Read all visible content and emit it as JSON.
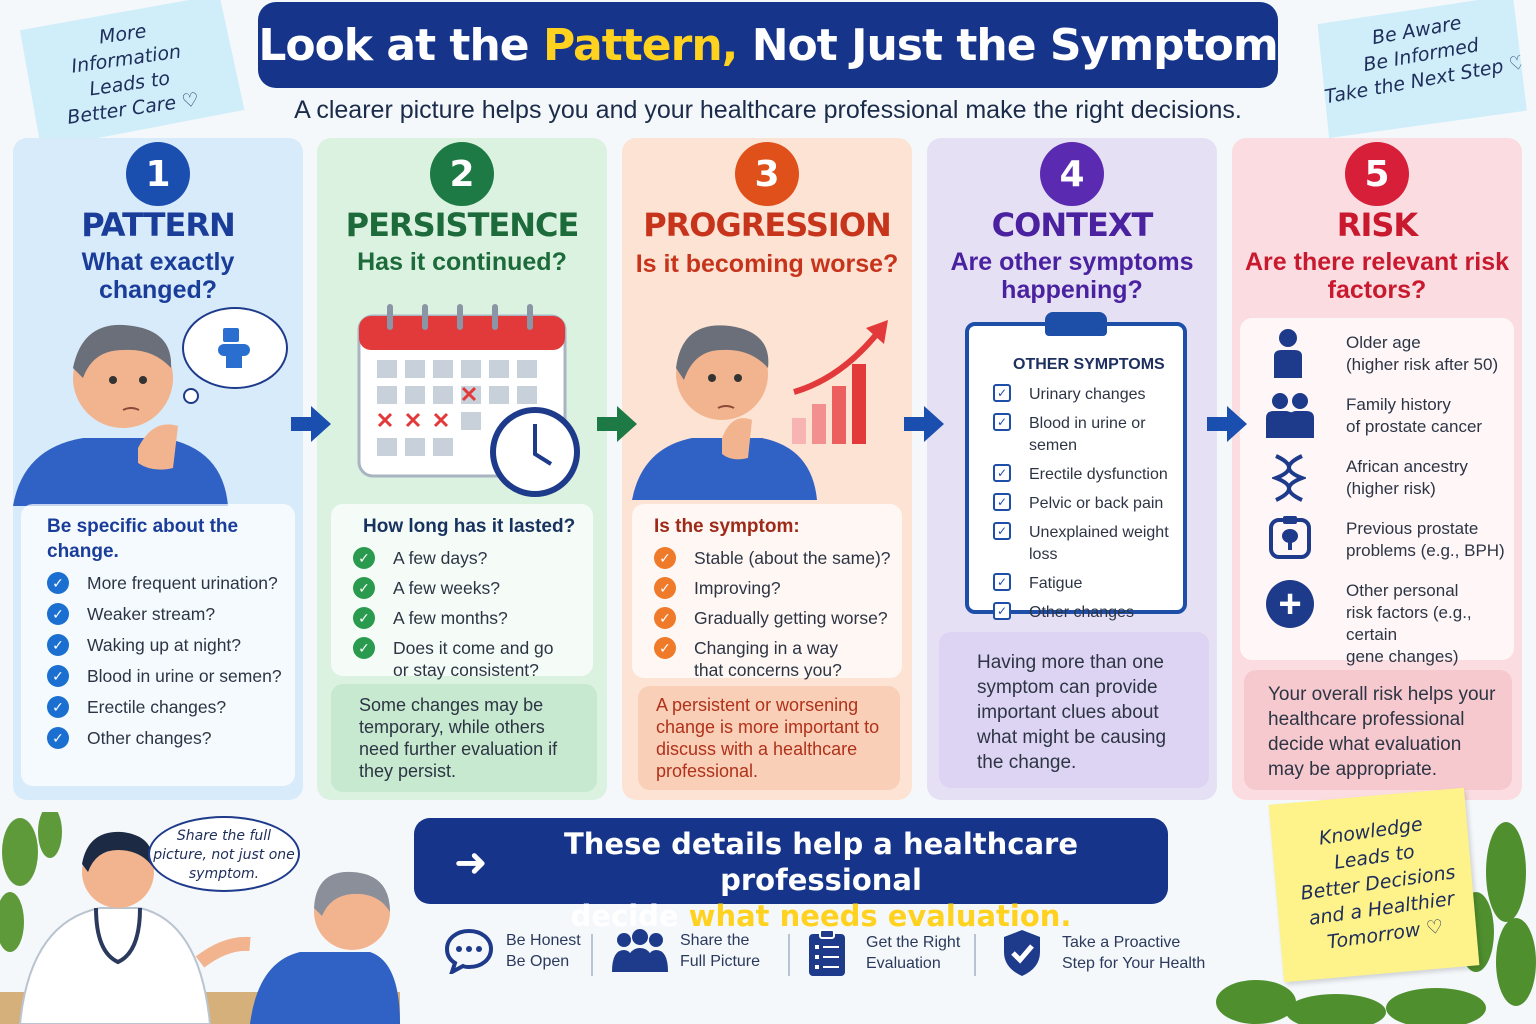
{
  "header": {
    "title_pre": "Look at the ",
    "title_highlight": "Pattern,",
    "title_post": " Not Just the Symptom",
    "subtitle": "A clearer picture helps you and your healthcare professional make the right decisions."
  },
  "notes": {
    "left": [
      "More",
      "Information",
      "Leads to",
      "Better Care"
    ],
    "right": [
      "Be Aware",
      "Be Informed",
      "Take the Next Step"
    ],
    "heart": "♡"
  },
  "columns": [
    {
      "number": "1",
      "title": "PATTERN",
      "question": "What exactly changed?",
      "box_head": "Be specific about the change.",
      "items": [
        "More frequent urination?",
        "Weaker stream?",
        "Waking up at night?",
        "Blood in urine or semen?",
        "Erectile changes?",
        "Other changes?"
      ]
    },
    {
      "number": "2",
      "title": "PERSISTENCE",
      "question": "Has it continued?",
      "box_head": "How long has it lasted?",
      "items": [
        "A few days?",
        "A few weeks?",
        "A few months?",
        "Does it come and go or stay consistent?"
      ],
      "tip": "Some changes may be temporary, while others need further evaluation if they persist."
    },
    {
      "number": "3",
      "title": "PROGRESSION",
      "question": "Is it becoming worse?",
      "box_head": "Is the symptom:",
      "items": [
        "Stable (about the same)?",
        "Improving?",
        "Gradually getting worse?",
        "Changing in a way that concerns you?"
      ],
      "tip": "A persistent or worsening change is more important to discuss with a healthcare professional."
    },
    {
      "number": "4",
      "title": "CONTEXT",
      "question": "Are other symptoms happening?",
      "clipboard_title": "OTHER SYMPTOMS",
      "items": [
        "Urinary changes",
        "Blood in urine or semen",
        "Erectile dysfunction",
        "Pelvic or back pain",
        "Unexplained weight loss",
        "Fatigue",
        "Other changes"
      ],
      "tip": "Having more than one symptom can provide important clues about what might be causing the change."
    },
    {
      "number": "5",
      "title": "RISK",
      "question": "Are there relevant risk factors?",
      "items": [
        {
          "icon": "person-icon",
          "line1": "Older age",
          "line2": "(higher risk after 50)"
        },
        {
          "icon": "family-icon",
          "line1": "Family history",
          "line2": "of prostate cancer"
        },
        {
          "icon": "dna-icon",
          "line1": "African ancestry",
          "line2": "(higher risk)"
        },
        {
          "icon": "prostate-icon",
          "line1": "Previous prostate",
          "line2": "problems (e.g., BPH)"
        },
        {
          "icon": "plus-icon",
          "line1": "Other personal",
          "line2": "risk factors (e.g., certain",
          "line3": "gene changes)"
        }
      ],
      "tip": "Your overall risk helps your healthcare professional decide what evaluation may be appropriate."
    }
  ],
  "bubble": "Share the full picture, not just one symptom.",
  "banner": {
    "line1": "These details help a healthcare professional",
    "line2_pre": "decide ",
    "line2_highlight": "what needs evaluation."
  },
  "footer": [
    {
      "icon": "chat-icon",
      "line1": "Be Honest",
      "line2": "Be Open"
    },
    {
      "icon": "group-icon",
      "line1": "Share the",
      "line2": "Full Picture"
    },
    {
      "icon": "checklist-icon",
      "line1": "Get the Right",
      "line2": "Evaluation"
    },
    {
      "icon": "shield-check-icon",
      "line1": "Take a Proactive",
      "line2": "Step for Your Health"
    }
  ],
  "sticky": [
    "Knowledge",
    "Leads to",
    "Better Decisions",
    "and a Healthier",
    "Tomorrow"
  ],
  "colors": {
    "navy": "#16348a",
    "yellow": "#ffd21f",
    "c1": "#1a4fb0",
    "c2": "#1d7a44",
    "c3": "#e0501b",
    "c4": "#5a2ab0",
    "c5": "#d81f3a"
  }
}
